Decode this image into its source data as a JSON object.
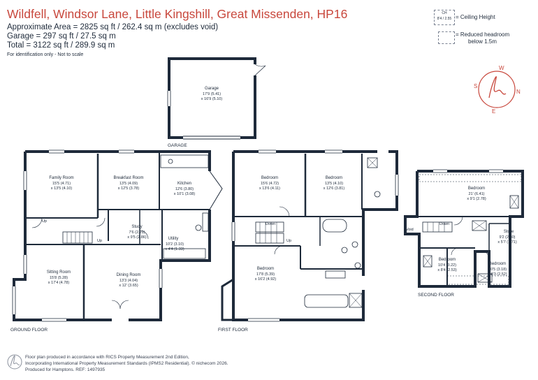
{
  "header": {
    "title": "Wildfell, Windsor Lane, Little Kingshill, Great Missenden, HP16",
    "approx_area": "Approximate Area = 2825 sq ft / 262.4 sq m (excludes void)",
    "garage_area": "Garage = 297 sq ft / 27.5 sq m",
    "total_area": "Total = 3122 sq ft / 289.9 sq m",
    "note": "For identification only - Not to scale"
  },
  "key": {
    "ch_label": "CH",
    "ch_sample": "8'4 / 2.55",
    "ceiling_height": "= Ceiling Height",
    "reduced_headroom_1": "= Reduced headroom",
    "reduced_headroom_2": "below 1.5m"
  },
  "compass": {
    "n": "N",
    "e": "E",
    "s": "S",
    "w": "W"
  },
  "floors": {
    "garage": "GARAGE",
    "ground": "GROUND FLOOR",
    "first": "FIRST FLOOR",
    "second": "SECOND FLOOR"
  },
  "rooms": {
    "garage": {
      "name": "Garage",
      "dim1": "17'9 (5.41)",
      "dim2": "x 16'9 (5.10)"
    },
    "family_room": {
      "name": "Family Room",
      "dim1": "15'5 (4.71)",
      "dim2": "x 13'5 (4.10)"
    },
    "breakfast_room": {
      "name": "Breakfast Room",
      "dim1": "13'5 (4.09)",
      "dim2": "x 12'5 (3.78)"
    },
    "kitchen": {
      "name": "Kitchen",
      "dim1": "12'6 (3.80)",
      "dim2": "x 10'1 (3.08)"
    },
    "study": {
      "name": "Study",
      "dim1": "7'6 (2.29)",
      "dim2": "x 9'5 (2.86)"
    },
    "utility": {
      "name": "Utility",
      "dim1": "10'2 (3.10)",
      "dim2": "x 4'4 (1.33)"
    },
    "sitting_room": {
      "name": "Sitting Room",
      "dim1": "15'8 (5.28)",
      "dim2": "x 17'4 (4.78)"
    },
    "dining_room": {
      "name": "Dining Room",
      "dim1": "13'3 (4.04)",
      "dim2": "x 12' (3.65)"
    },
    "bedroom_1f_a": {
      "name": "Bedroom",
      "dim1": "15'6 (4.72)",
      "dim2": "x 13'6 (4.11)"
    },
    "bedroom_1f_b": {
      "name": "Bedroom",
      "dim1": "13'5 (4.10)",
      "dim2": "x 12'6 (3.81)"
    },
    "bedroom_1f_c": {
      "name": "Bedroom",
      "dim1": "17'8 (5.39)",
      "dim2": "x 16'2 (4.92)"
    },
    "bedroom_2f_a": {
      "name": "Bedroom",
      "dim1": "21' (6.41)",
      "dim2": "x 9'1 (2.78)"
    },
    "store": {
      "name": "Store",
      "dim1": "9'2 (2.80)",
      "dim2": "x 5'7 (1.71)"
    },
    "bedroom_2f_b": {
      "name": "Bedroom",
      "dim1": "10'4 (3.22)",
      "dim2": "x 8'4 (2.53)"
    },
    "bedroom_2f_c": {
      "name": "Bedroom",
      "dim1": "10'5 (3.18)",
      "dim2": "x 8'3 (2.52)"
    }
  },
  "labels": {
    "up_ground_1": "Up",
    "up_ground_2": "Up",
    "down_first": "Down",
    "up_first": "Up",
    "down_second": "Down",
    "void": "Void"
  },
  "footer": {
    "line1": "Floor plan produced in accordance with RICS Property Measurement 2nd Edition,",
    "line2": "Incorporating International Property Measurement Standards (IPMS2 Residential).  © nichecom 2026.",
    "line3": "Produced for Hamptons.   REF:  1497935"
  },
  "colors": {
    "wall": "#1e2a3a",
    "title": "#c8473c",
    "compass": "#c8473c",
    "logo": "#8a909c"
  }
}
